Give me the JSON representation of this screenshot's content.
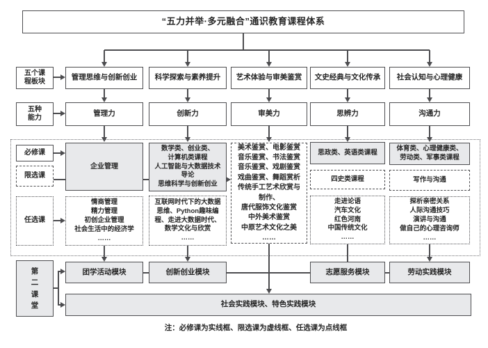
{
  "title": "“五力并举·多元融合”通识教育课程体系",
  "side_labels": {
    "modules": "五个课\n程板块",
    "abilities": "五种\n能力",
    "required": "必修课",
    "limited": "限选课",
    "elective": "任选课",
    "second_classroom": "第\n二\n课\n堂"
  },
  "course_modules": [
    "管理思维与创新创业",
    "科学探索与素养提升",
    "艺术体验与审美鉴赏",
    "文史经典与文化传承",
    "社会认知与心理健康"
  ],
  "abilities": [
    "管理力",
    "创新力",
    "审美力",
    "思辨力",
    "沟通力"
  ],
  "required_courses": {
    "col1": "企业管理",
    "col2": "数学类、创业类、\n计算机类课程\n人工智能与大数据技术\n导论\n思维科学与创新创业",
    "col4": "思政类、英语类课程",
    "col5": "体育类、心理健康类、\n劳动类、军事类课程"
  },
  "limited_courses": {
    "col3": "美术鉴赏、电影鉴赏\n音乐鉴赏、书法鉴赏\n音乐鉴赏、戏剧鉴赏\n戏曲鉴赏、舞蹈赏析\n传统手工艺术欣赏与\n制作、\n唐代服饰文化鉴赏\n中外美术鉴赏\n中原艺术文化之美\n……",
    "col4": "四史类课程",
    "col5": "写作与沟通"
  },
  "elective_courses": {
    "col1": "情商管理\n精力管理\n初创企业管理\n社会生活中的经济学\n……",
    "col2": "互联网时代下的大数据\n思维、Python趣味编\n程、走进大数据时代、\n数学文化与欣赏\n……",
    "col4": "走进论语\n汽车文化\n红色河南\n中国传统文化\n……",
    "col5": "探析亲密关系\n人际沟通技巧\n演讲与沟通\n做自己的心理咨询师\n……"
  },
  "second_classroom_modules": [
    "团学活动模块",
    "创新创业模块",
    "志愿服务模块",
    "劳动实践模块"
  ],
  "practice_module": "社会实践模块、特色实践模块",
  "note": "注：必修课为实线框、限选课为虚线框、任选课为点线框",
  "colors": {
    "border": "#4c4c4f",
    "box_fill": "#e8e9eb",
    "text": "#262626"
  }
}
